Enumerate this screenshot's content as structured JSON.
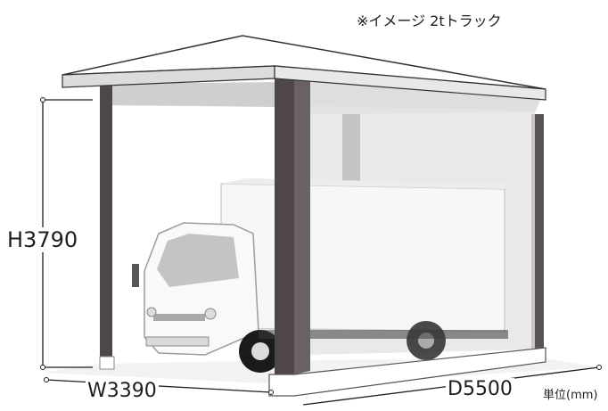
{
  "diagram": {
    "note": "※イメージ 2tトラック",
    "height_label": "H3790",
    "width_label": "W3390",
    "depth_label": "D5500",
    "unit_label": "単位(mm)"
  },
  "colors": {
    "roof_top": "#ffffff",
    "roof_edge": "#d7d7d7",
    "roof_underside": "#d9d9d9",
    "post": "#4f4747",
    "side_panel": "#e2e2e2",
    "truck_body": "#f6f6f6",
    "outline": "#1c1c1c"
  }
}
